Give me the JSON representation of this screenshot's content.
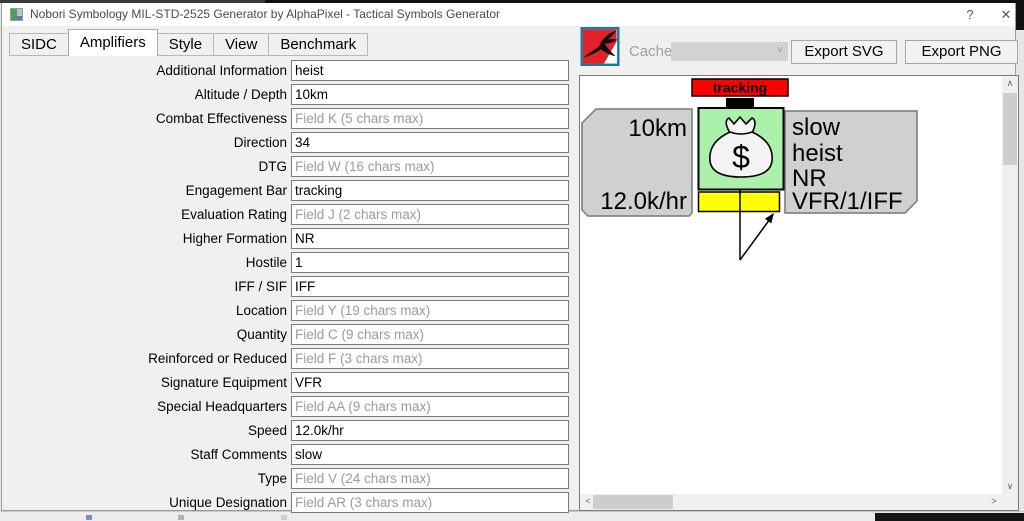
{
  "window": {
    "title": "Nobori Symbology  MIL-STD-2525 Generator by AlphaPixel - Tactical Symbols Generator",
    "help_button": "?",
    "close_button": "✕"
  },
  "tabs": [
    {
      "label": "SIDC",
      "active": false
    },
    {
      "label": "Amplifiers",
      "active": true
    },
    {
      "label": "Style",
      "active": false
    },
    {
      "label": "View",
      "active": false
    },
    {
      "label": "Benchmark",
      "active": false
    }
  ],
  "toolbar": {
    "cache_label": "Cache",
    "cache_value": "",
    "export_svg": "Export SVG",
    "export_png": "Export PNG"
  },
  "form": {
    "fields": [
      {
        "label": "Additional Information",
        "value": "heist",
        "placeholder": ""
      },
      {
        "label": "Altitude / Depth",
        "value": "10km",
        "placeholder": ""
      },
      {
        "label": "Combat Effectiveness",
        "value": "",
        "placeholder": "Field K (5 chars max)"
      },
      {
        "label": "Direction",
        "value": "34",
        "placeholder": ""
      },
      {
        "label": "DTG",
        "value": "",
        "placeholder": "Field W (16 chars max)"
      },
      {
        "label": "Engagement Bar",
        "value": "tracking",
        "placeholder": ""
      },
      {
        "label": "Evaluation Rating",
        "value": "",
        "placeholder": "Field J (2 chars max)"
      },
      {
        "label": "Higher Formation",
        "value": "NR",
        "placeholder": ""
      },
      {
        "label": "Hostile",
        "value": "1",
        "placeholder": ""
      },
      {
        "label": "IFF / SIF",
        "value": "IFF",
        "placeholder": ""
      },
      {
        "label": "Location",
        "value": "",
        "placeholder": "Field Y (19 chars max)"
      },
      {
        "label": "Quantity",
        "value": "",
        "placeholder": "Field C (9 chars max)"
      },
      {
        "label": "Reinforced or Reduced",
        "value": "",
        "placeholder": "Field F (3 chars max)"
      },
      {
        "label": "Signature Equipment",
        "value": "VFR",
        "placeholder": ""
      },
      {
        "label": "Special Headquarters",
        "value": "",
        "placeholder": "Field AA (9 chars max)"
      },
      {
        "label": "Speed",
        "value": "12.0k/hr",
        "placeholder": ""
      },
      {
        "label": "Staff Comments",
        "value": "slow",
        "placeholder": ""
      },
      {
        "label": "Type",
        "value": "",
        "placeholder": "Field V (24 chars max)"
      },
      {
        "label": "Unique Designation",
        "value": "",
        "placeholder": "Field AR (3 chars max)"
      }
    ]
  },
  "preview": {
    "engagement_text": "tracking",
    "altitude_text": "10km",
    "speed_text": "12.0k/hr",
    "dollar_sign": "$",
    "right_lines": [
      "slow",
      "heist",
      "NR",
      "VFR/1/IFF"
    ]
  },
  "colors": {
    "engagement_red": "#ff0000",
    "symbol_green": "#abf0ab",
    "bar_yellow": "#ffff00",
    "amplifier_gray": "#d0d0d0",
    "bag_fill": "#f4f4f4",
    "logo_teal": "#187a9e",
    "logo_red": "#e32129"
  }
}
